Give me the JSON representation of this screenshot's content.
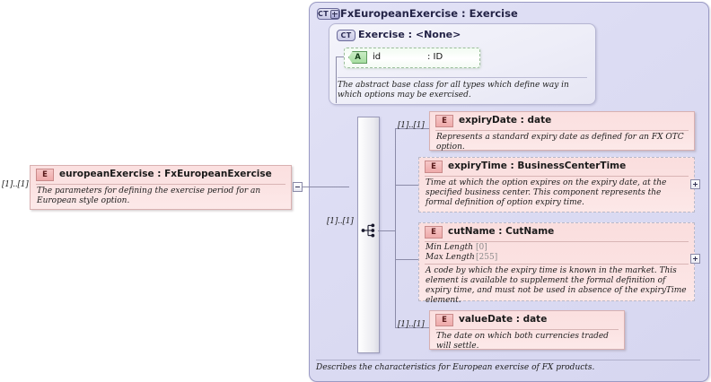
{
  "diagram": {
    "title": "XSD schema diagram for FxEuropeanExercise",
    "colors": {
      "element_fill": "#fbe2e2",
      "element_border": "#d8b0b0",
      "complextype_fill": "#dcdcf3",
      "complextype_border": "#9a9ac4",
      "attribute_fill": "#f2fbf2",
      "attribute_border": "#9bbf9b",
      "connector": "#8b8ba8"
    }
  },
  "source_element": {
    "badge": "E",
    "badge_icon": "element-icon",
    "title": "europeanExercise : FxEuropeanExercise",
    "name": "europeanExercise",
    "type": "FxEuropeanExercise",
    "cardinality": "[1]..[1]",
    "documentation": "The parameters for defining the exercise period for an European style option.",
    "toggle": "collapse-toggle"
  },
  "complex_type": {
    "badge": "CT",
    "badge_icon": "complextype-icon",
    "expand_icon": "plus-icon",
    "title": "FxEuropeanExercise : Exercise",
    "name": "FxEuropeanExercise",
    "base": "Exercise",
    "documentation": "Describes the characteristics for European exercise of FX products."
  },
  "base_type": {
    "badge": "CT",
    "badge_icon": "complextype-icon",
    "title": "Exercise : <None>",
    "name": "Exercise",
    "base": "<None>",
    "documentation": "The abstract base class for all types which define way in which options may be exercised.",
    "attribute": {
      "badge": "A",
      "badge_icon": "attribute-icon",
      "name": "id",
      "type": ": ID"
    }
  },
  "compositor": {
    "kind": "sequence",
    "icon": "sequence-icon",
    "cardinality": "[1]..[1]"
  },
  "children": [
    {
      "badge": "E",
      "badge_icon": "element-icon",
      "title": "expiryDate : date",
      "name": "expiryDate",
      "type": "date",
      "cardinality": "[1]..[1]",
      "optional": false,
      "documentation": "Represents a standard expiry date as defined for an FX OTC option.",
      "toggle": null,
      "facets": []
    },
    {
      "badge": "E",
      "badge_icon": "element-icon",
      "title": "expiryTime : BusinessCenterTime",
      "name": "expiryTime",
      "type": "BusinessCenterTime",
      "cardinality": "0..[1]",
      "optional": true,
      "documentation": "Time at which the option expires on the expiry date, at the specified business center. This component represents the formal definition of option expiry time.",
      "toggle": "expand-toggle",
      "facets": []
    },
    {
      "badge": "E",
      "badge_icon": "element-icon",
      "title": "cutName : CutName",
      "name": "cutName",
      "type": "CutName",
      "cardinality": "0..[1]",
      "optional": true,
      "documentation": "A code by which the expiry time is known in the market. This element is available to supplement the formal definition of expiry time, and must not be used in absence of the expiryTime element.",
      "toggle": "expand-toggle",
      "facets": [
        {
          "label": "Min Length",
          "value": "[0]"
        },
        {
          "label": "Max Length",
          "value": "[255]"
        }
      ]
    },
    {
      "badge": "E",
      "badge_icon": "element-icon",
      "title": "valueDate : date",
      "name": "valueDate",
      "type": "date",
      "cardinality": "[1]..[1]",
      "optional": false,
      "documentation": "The date on which both currencies traded will settle.",
      "toggle": null,
      "facets": []
    }
  ]
}
